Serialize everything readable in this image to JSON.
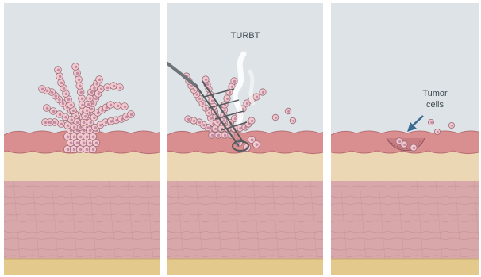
{
  "panels": [
    {
      "label": ""
    },
    {
      "label": "TURBT"
    },
    {
      "label_line1": "Tumor",
      "label_line2": "cells"
    }
  ],
  "colors": {
    "background": "#dde3e6",
    "urothelium": "#d98f8f",
    "urothelium_edge": "#b86d72",
    "lamina_propria": "#ecd7b4",
    "muscle": "#d8a7aa",
    "muscle_lines": "#b98387",
    "fat": "#e3c98b",
    "cell_fill": "#f2c9cf",
    "cell_edge": "#9a6d76",
    "nucleus": "#c48aa6",
    "arrow": "#3c6c91",
    "smoke": "#ffffff",
    "instrument": "#6e7378"
  }
}
